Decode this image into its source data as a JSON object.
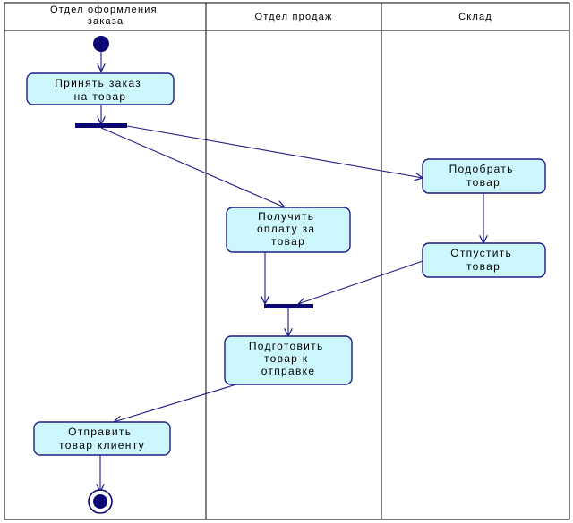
{
  "lanes": [
    {
      "id": "order",
      "title_lines": [
        "Отдел оформления",
        "заказа"
      ]
    },
    {
      "id": "sales",
      "title_lines": [
        "Отдел продаж"
      ]
    },
    {
      "id": "warehouse",
      "title_lines": [
        "Склад"
      ]
    }
  ],
  "activities": {
    "accept_order": {
      "lines": [
        "Принять заказ",
        "на товар"
      ]
    },
    "get_payment": {
      "lines": [
        "Получить",
        "оплату за",
        "товар"
      ]
    },
    "pick_goods": {
      "lines": [
        "Подобрать",
        "товар"
      ]
    },
    "release_goods": {
      "lines": [
        "Отпустить",
        "товар"
      ]
    },
    "prepare_goods": {
      "lines": [
        "Подготовить",
        "товар к",
        "отправке"
      ]
    },
    "send_goods": {
      "lines": [
        "Отправить",
        "товар клиенту"
      ]
    }
  },
  "colors": {
    "activity_fill": "#ccf7fd",
    "stroke": "#1f1d86",
    "node": "#0c0873"
  }
}
